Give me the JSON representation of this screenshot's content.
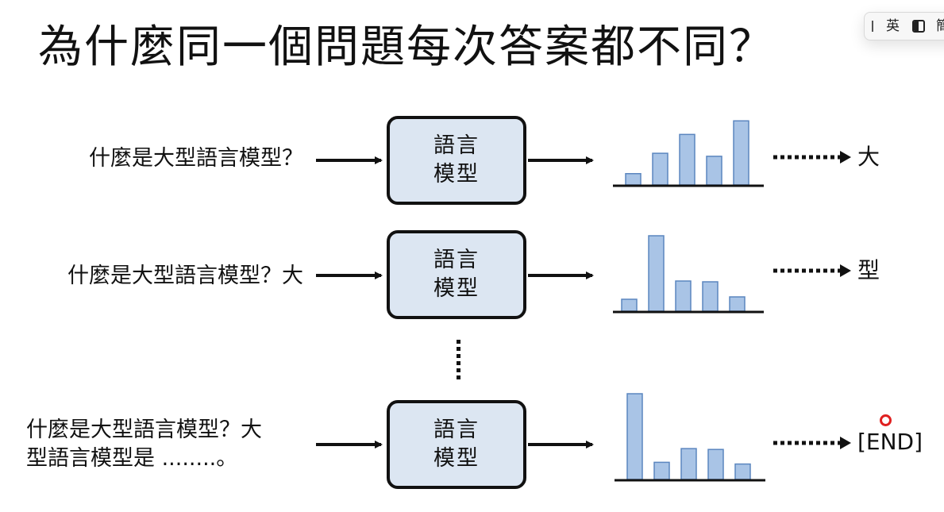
{
  "title": "為什麼同一個問題每次答案都不同？",
  "ime_toolbar": {
    "lang_label": "英",
    "half_width_icon": "half-width-icon",
    "mode_label": "簡"
  },
  "rows": [
    {
      "input_lines": [
        "什麼是大型語言模型？"
      ],
      "model_label": "語言模型",
      "output_token": "大"
    },
    {
      "input_lines": [
        "什麼是大型語言模型？大"
      ],
      "model_label": "語言模型",
      "output_token": "型"
    },
    {
      "input_lines": [
        "什麼是大型語言模型？大",
        "型語言模型是 ........。"
      ],
      "model_label": "語言模型",
      "output_token": "[END]"
    }
  ],
  "chart_data": [
    {
      "type": "bar",
      "values": [
        0.15,
        0.42,
        0.67,
        0.38,
        0.85
      ],
      "ylim": [
        0,
        1
      ]
    },
    {
      "type": "bar",
      "values": [
        0.15,
        0.95,
        0.38,
        0.37,
        0.18
      ],
      "ylim": [
        0,
        1
      ]
    },
    {
      "type": "bar",
      "values": [
        1.0,
        0.2,
        0.36,
        0.35,
        0.18
      ],
      "ylim": [
        0,
        1
      ]
    }
  ],
  "colors": {
    "bar_fill": "#a9c4e6",
    "bar_stroke": "#5b86bf",
    "box_fill": "#dce6f2",
    "line": "#111111"
  }
}
